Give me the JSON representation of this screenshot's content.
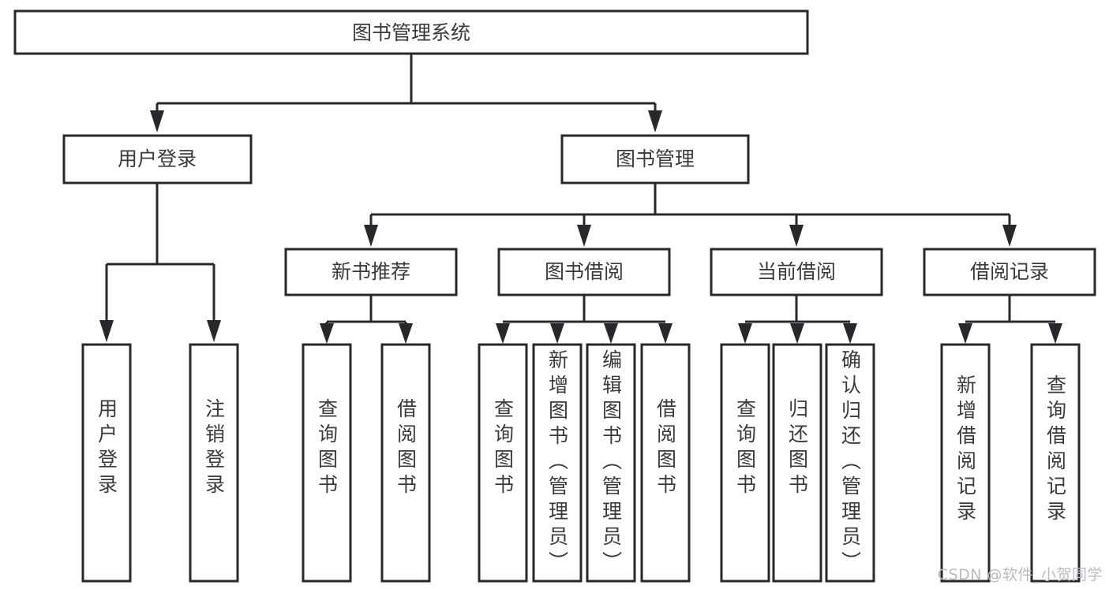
{
  "diagram": {
    "title": "图书管理系统",
    "type": "tree-hierarchy",
    "watermark": "CSDN @软件_小贺同学",
    "colors": {
      "stroke": "#26282b",
      "text": "#3a3a3c",
      "background": "#ffffff",
      "watermark": "#b9bcc0"
    },
    "root": {
      "label": "图书管理系统"
    },
    "level2": [
      {
        "label": "用户登录"
      },
      {
        "label": "图书管理"
      }
    ],
    "level3": [
      {
        "label": "新书推荐"
      },
      {
        "label": "图书借阅"
      },
      {
        "label": "当前借阅"
      },
      {
        "label": "借阅记录"
      }
    ],
    "leaves": {
      "user_login": [
        {
          "label": "用户登录"
        },
        {
          "label": "注销登录"
        }
      ],
      "new_book_recommend": [
        {
          "label": "查询图书"
        },
        {
          "label": "借阅图书"
        }
      ],
      "book_borrow": [
        {
          "label": "查询图书"
        },
        {
          "label": "新增图书（管理员）"
        },
        {
          "label": "编辑图书（管理员）"
        },
        {
          "label": "借阅图书"
        }
      ],
      "current_borrow": [
        {
          "label": "查询图书"
        },
        {
          "label": "归还图书"
        },
        {
          "label": "确认归还（管理员）"
        }
      ],
      "borrow_record": [
        {
          "label": "新增借阅记录"
        },
        {
          "label": "查询借阅记录"
        }
      ]
    }
  }
}
